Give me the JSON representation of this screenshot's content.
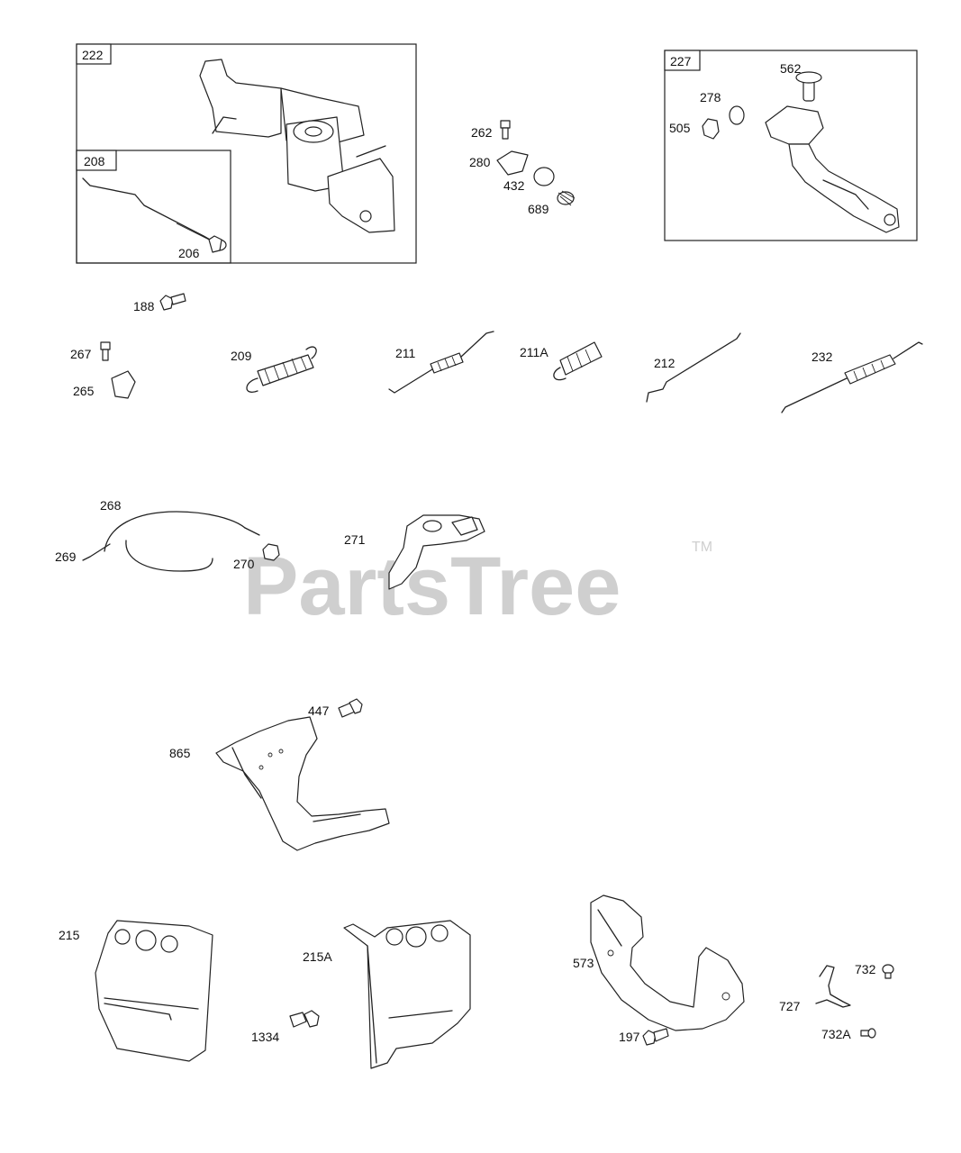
{
  "watermark": {
    "brand": "PartsTree",
    "trademark": "TM"
  },
  "callouts": {
    "c222": "222",
    "c208": "208",
    "c206": "206",
    "c227": "227",
    "c562": "562",
    "c278": "278",
    "c505": "505",
    "c262": "262",
    "c280": "280",
    "c432": "432",
    "c689": "689",
    "c188": "188",
    "c267": "267",
    "c265": "265",
    "c209": "209",
    "c211": "211",
    "c211A": "211A",
    "c212": "212",
    "c232": "232",
    "c268": "268",
    "c269": "269",
    "c270": "270",
    "c271": "271",
    "c447": "447",
    "c865": "865",
    "c215": "215",
    "c215A": "215A",
    "c1334": "1334",
    "c573": "573",
    "c197": "197",
    "c732": "732",
    "c727": "727",
    "c732A": "732A"
  }
}
